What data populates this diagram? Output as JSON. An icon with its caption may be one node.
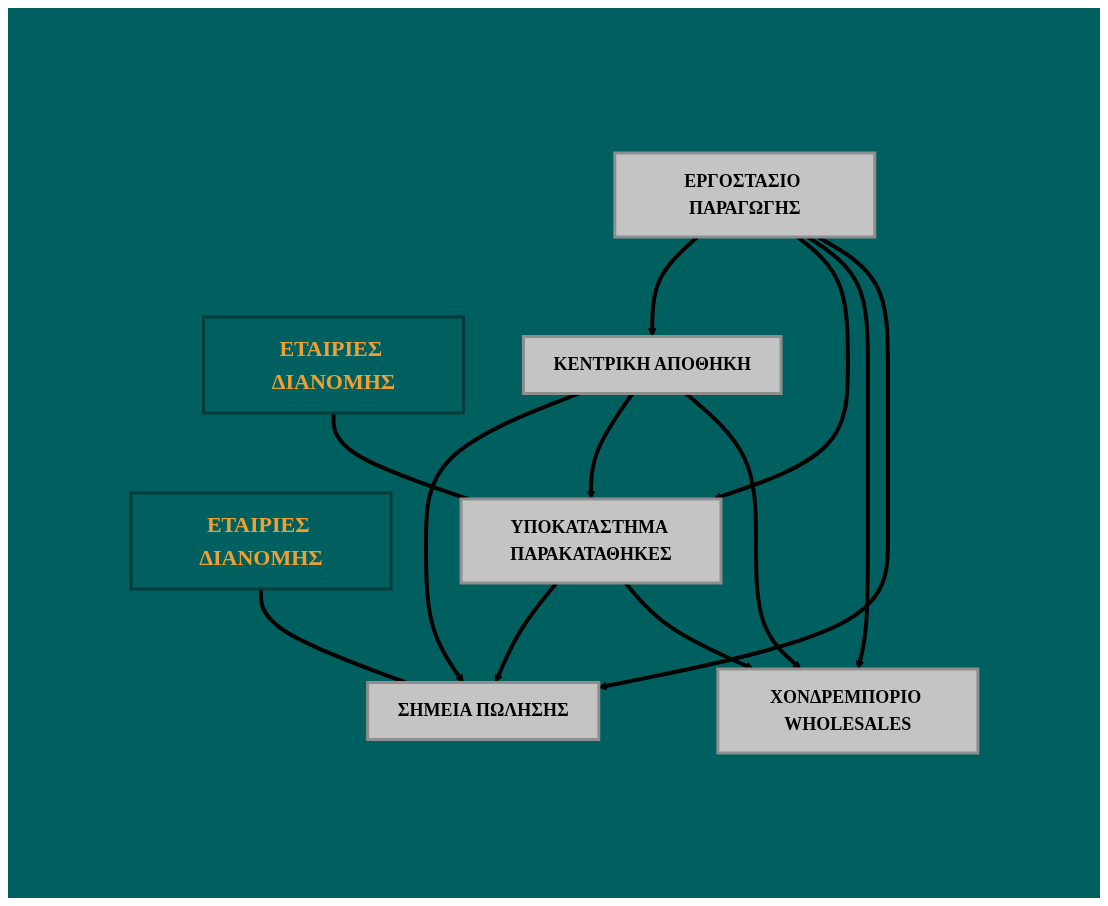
{
  "diagram": {
    "nodes": [
      {
        "text": [
          "ΕΤΑΙΡΙΕΣ ΔΙΑΝΟΜΗΣ"
        ]
      },
      {
        "text": [
          "ΕΤΑΙΡΙΕΣ ΔΙΑΝΟΜΗΣ"
        ]
      },
      {
        "text": [
          "ΕΡΓΟΣΤΑΣΙΟ ΠΑΡΑΓΩΓΗΣ"
        ]
      },
      {
        "text": [
          "ΚΕΝΤΡΙΚΗ ΑΠΟΘΗΚΗ"
        ]
      },
      {
        "text": [
          "ΥΠΟΚΑΤΑΣΤΗΜΑ ΠΑΡΑΚΑΤΑΘΗΚΕΣ"
        ]
      },
      {
        "text": [
          "ΧΟΝΔΡΕΜΠΟΡΙΟ WHOLESALES"
        ]
      },
      {
        "text": [
          "ΣΗΜΕΙΑ ΠΩΛΗΣΗΣ"
        ]
      }
    ],
    "edges": [
      {
        "from": 0,
        "to": 4,
        "arrow": "none"
      },
      {
        "from": 1,
        "to": 6,
        "arrow": "none"
      },
      {
        "from": 2,
        "to": 3,
        "arrow": "to"
      },
      {
        "from": 2,
        "to": 4,
        "arrow": "to"
      },
      {
        "from": 2,
        "to": 5,
        "arrow": "to"
      },
      {
        "from": 2,
        "to": 6,
        "arrow": "to"
      },
      {
        "from": 3,
        "to": 6,
        "arrow": "to"
      },
      {
        "from": 3,
        "to": 4,
        "arrow": "to"
      },
      {
        "from": 3,
        "to": 5,
        "arrow": "to"
      },
      {
        "from": 4,
        "to": 6,
        "arrow": "to"
      },
      {
        "from": 4,
        "to": 5,
        "arrow": "to"
      }
    ]
  }
}
